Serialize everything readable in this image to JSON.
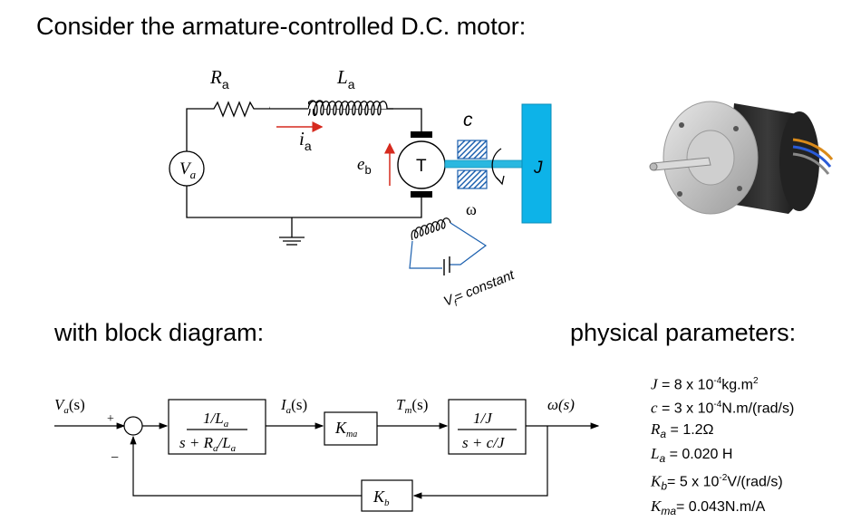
{
  "headings": {
    "title": "Consider the armature-controlled D.C. motor:",
    "block_diagram": "with block diagram:",
    "physical_parameters": "physical parameters:"
  },
  "circuit": {
    "ra_sym": "R",
    "ra_sub": "a",
    "la_sym": "L",
    "la_sub": "a",
    "ia_sym": "i",
    "ia_sub": "a",
    "va_sym": "V",
    "va_sub": "a",
    "eb_sym": "e",
    "eb_sub": "b",
    "torque": "T",
    "damping": "c",
    "inertia": "J",
    "omega": "ω",
    "vf_sym": "V",
    "vf_sub": "f",
    "vf_text": "= constant"
  },
  "block": {
    "input_label": "V",
    "input_sub": "a",
    "input_arg": "(s)",
    "plus": "+",
    "minus": "−",
    "g1_num": "1/L",
    "g1_num_sub": "a",
    "g1_den_a": "s + R",
    "g1_den_a_sub": "a",
    "g1_den_b": "/L",
    "g1_den_b_sub": "a",
    "ia_label": "I",
    "ia_sub": "a",
    "ia_arg": "(s)",
    "kma": "K",
    "kma_sub": "ma",
    "tm_label": "T",
    "tm_sub": "m",
    "tm_arg": "(s)",
    "g2_num": "1/J",
    "g2_den": "s + c/J",
    "output_label": "ω(s)",
    "kb": "K",
    "kb_sub": "b"
  },
  "parameters": [
    {
      "sym": "J",
      "sub": "",
      "pre": " = 8 x 10",
      "exp": "-4",
      "post": "kg.m",
      "exp2": "2"
    },
    {
      "sym": "c",
      "sub": "",
      "pre": " = 3 x 10",
      "exp": "-4",
      "post": "N.m/(rad/s)",
      "exp2": ""
    },
    {
      "sym": "R",
      "sub": "a",
      "pre": " = 1.2Ω",
      "exp": "",
      "post": "",
      "exp2": ""
    },
    {
      "sym": "L",
      "sub": "a",
      "pre": " = 0.020 H",
      "exp": "",
      "post": "",
      "exp2": ""
    },
    {
      "sym": "K",
      "sub": "b",
      "pre": "= 5 x 10",
      "exp": "-2",
      "post": "V/(rad/s)",
      "exp2": ""
    },
    {
      "sym": "K",
      "sub": "ma",
      "pre": "= 0.043N.m/A",
      "exp": "",
      "post": "",
      "exp2": ""
    }
  ]
}
